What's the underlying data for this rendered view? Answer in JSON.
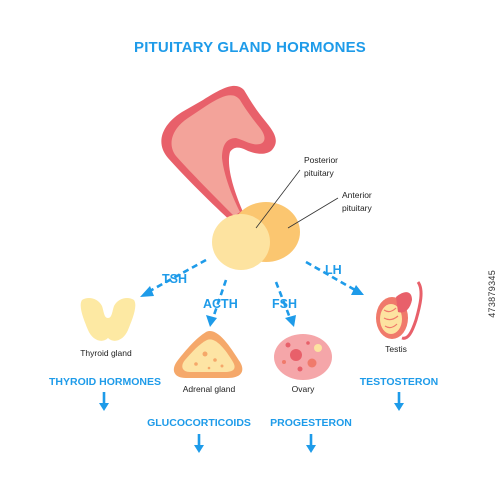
{
  "title": "PITUITARY GLAND HORMONES",
  "callouts": {
    "posterior": [
      "Posterior",
      "pituitary"
    ],
    "anterior": [
      "Anterior",
      "pituitary"
    ]
  },
  "hormones": {
    "tsh": "TSH",
    "acth": "ACTH",
    "fsh": "FSH",
    "lh": "LH"
  },
  "organs": {
    "thyroid": "Thyroid gland",
    "adrenal": "Adrenal gland",
    "ovary": "Ovary",
    "testis": "Testis"
  },
  "results": {
    "thyroid": "THYROID HORMONES",
    "adrenal": "GLUCOCORTICOIDS",
    "ovary": "PROGESTERON",
    "testis": "TESTOSTERON"
  },
  "stock_id": "473879345",
  "colors": {
    "accent_blue": "#1e9be9",
    "hypothalamus_dark": "#e8606a",
    "hypothalamus_light": "#f3a39a",
    "posterior_pituitary": "#fde3a0",
    "anterior_pituitary": "#fbc670",
    "thyroid": "#fde9a3",
    "adrenal_outer": "#f5a86a",
    "adrenal_inner": "#fde4a4",
    "ovary": "#f5a6a9",
    "testis": "#f07a6b"
  }
}
